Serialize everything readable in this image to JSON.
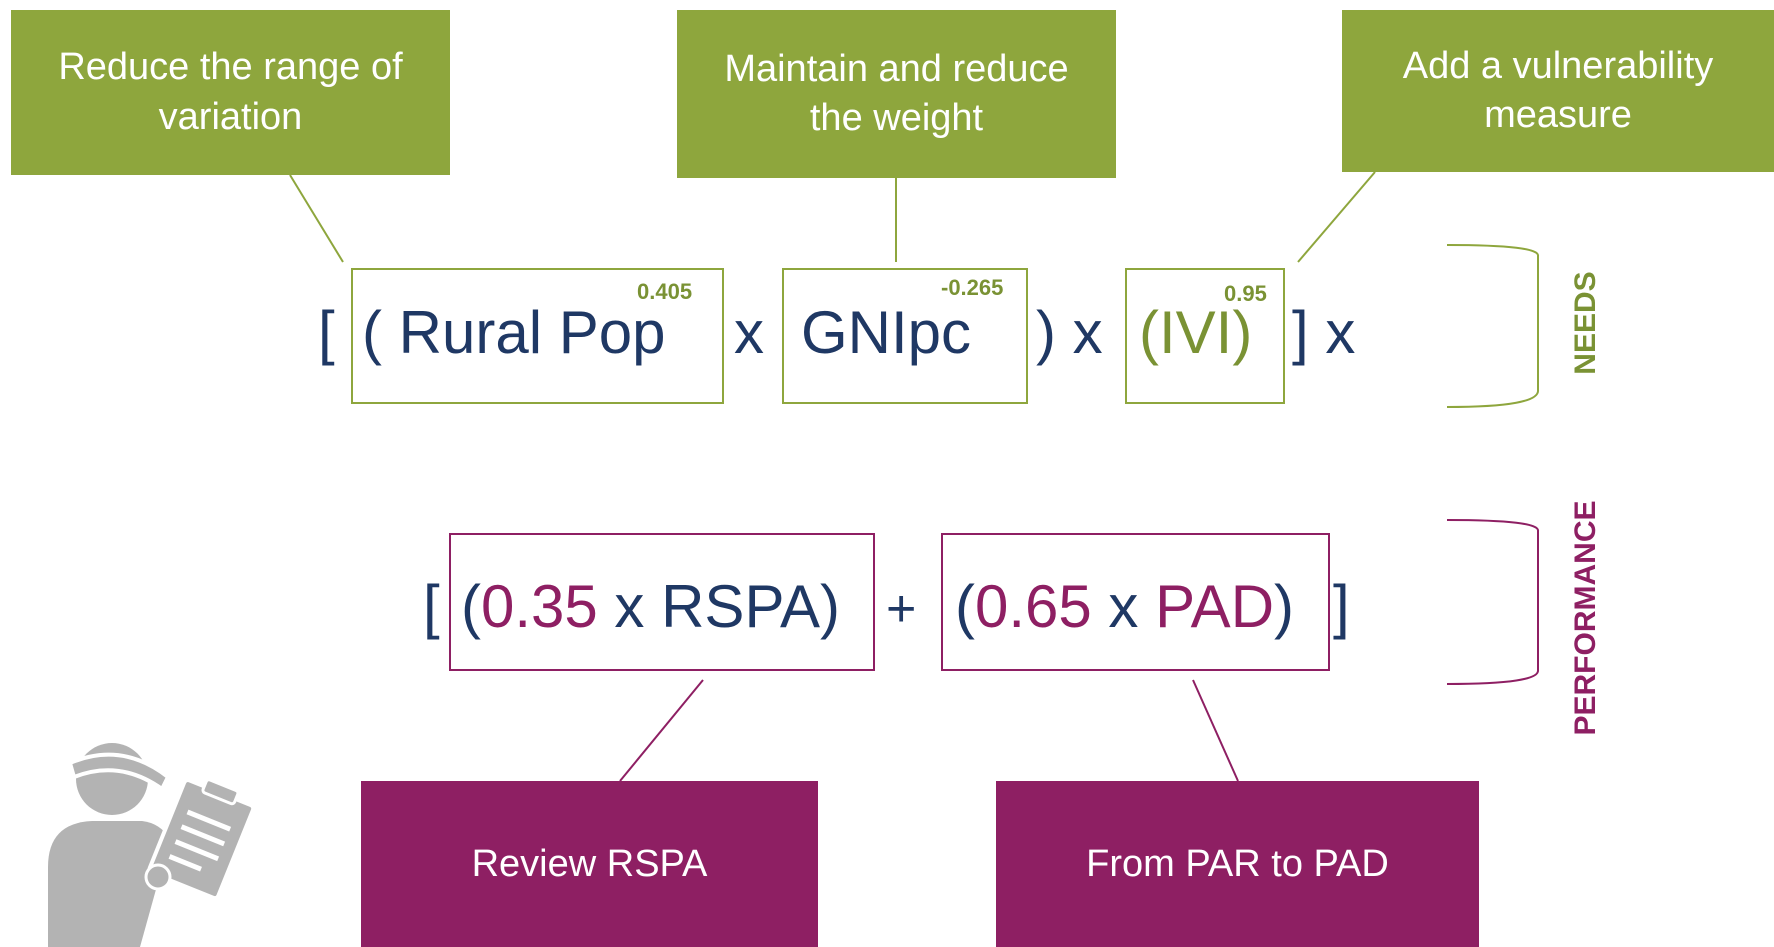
{
  "callouts": {
    "range": "Reduce the range of variation",
    "weight": "Maintain and reduce the weight",
    "vulnerability": "Add a vulnerability measure",
    "review_rspa": "Review RSPA",
    "par_to_pad": "From PAR to PAD"
  },
  "needs_formula": {
    "open_bracket": "[",
    "rural_pop": "( Rural Pop",
    "rural_pop_exp": "0.405",
    "times1": "x",
    "gni": "GNIpc",
    "gni_exp": "-0.265",
    "close_paren_times": ") x",
    "ivi": "(IVI)",
    "ivi_exp": "0.95",
    "close_bracket_times": "] x"
  },
  "performance_formula": {
    "open_bracket": "[",
    "open1": "(",
    "coef1": "0.35",
    "times_rspa": " x RSPA)",
    "plus": "+",
    "open2": "(",
    "coef2": "0.65",
    "times2": " x ",
    "pad": "PAD",
    "close2": ")",
    "close_bracket": "]"
  },
  "labels": {
    "needs": "NEEDS",
    "performance": "PERFORMANCE"
  },
  "colors": {
    "green": "#8ea63d",
    "purple": "#8e1f63",
    "navy": "#1f3864",
    "icon_gray": "#b3b3b3"
  },
  "icons": [
    "inspector-with-clipboard-icon"
  ]
}
